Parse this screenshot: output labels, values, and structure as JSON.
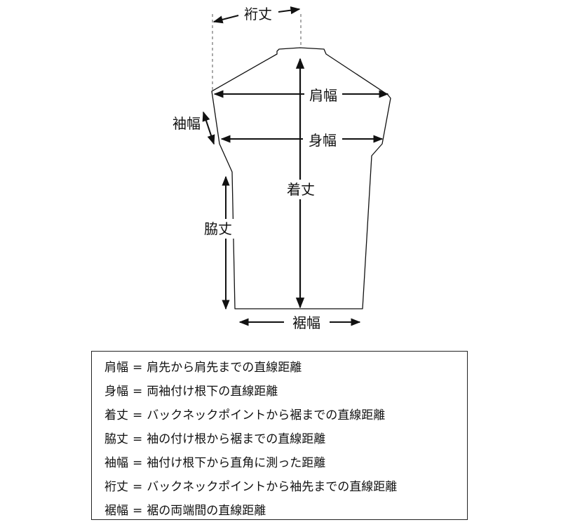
{
  "labels": {
    "yukitake": "裄丈",
    "katahaba": "肩幅",
    "sodehaba": "袖幅",
    "mihaba": "身幅",
    "kitake": "着丈",
    "wakitake": "脇丈",
    "susohaba": "裾幅"
  },
  "legend": [
    {
      "term": "肩幅",
      "eq": "=",
      "desc": "肩先から肩先までの直線距離"
    },
    {
      "term": "身幅",
      "eq": "=",
      "desc": "両袖付け根下の直線距離"
    },
    {
      "term": "着丈",
      "eq": "=",
      "desc": "バックネックポイントから裾までの直線距離"
    },
    {
      "term": "脇丈",
      "eq": "=",
      "desc": "袖の付け根から裾までの直線距離"
    },
    {
      "term": "袖幅",
      "eq": "=",
      "desc": "袖付け根下から直角に測った距離"
    },
    {
      "term": "裄丈",
      "eq": "=",
      "desc": "バックネックポイントから袖先までの直線距離"
    },
    {
      "term": "裾幅",
      "eq": "=",
      "desc": "裾の両端間の直線距離"
    }
  ]
}
